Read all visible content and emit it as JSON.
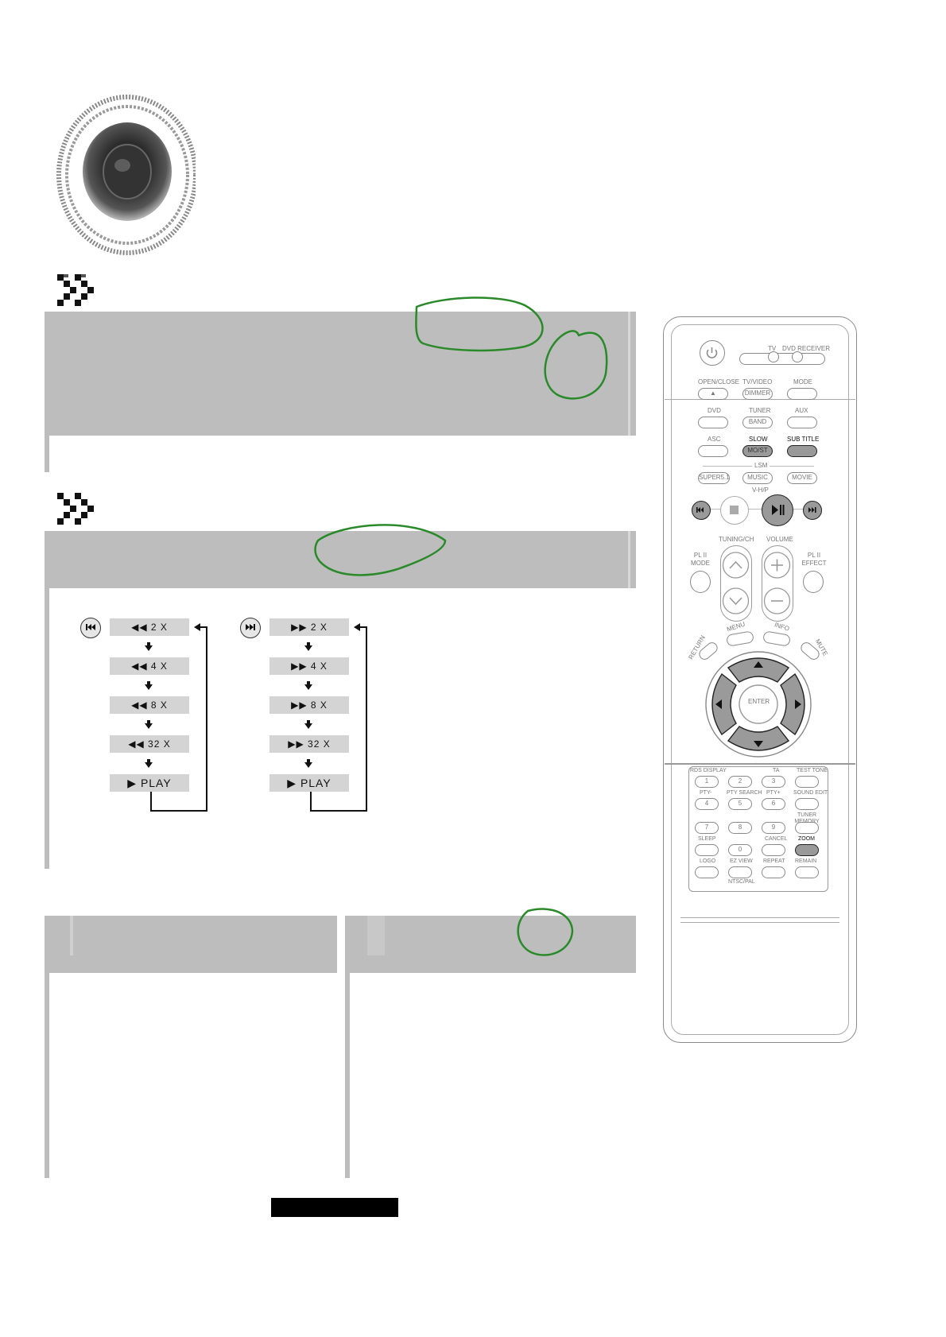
{
  "reverse_sequence": {
    "button_icon": "skip-back-icon",
    "steps": [
      "◀◀  2 X",
      "◀◀  4 X",
      "◀◀  8 X",
      "◀◀  32 X",
      "▶  PLAY"
    ]
  },
  "forward_sequence": {
    "button_icon": "skip-forward-icon",
    "steps": [
      "▶▶  2 X",
      "▶▶  4 X",
      "▶▶  8 X",
      "▶▶  32 X",
      "▶  PLAY"
    ]
  },
  "remote": {
    "top": {
      "tv": "TV",
      "dvd_receiver": "DVD RECEIVER"
    },
    "row1": [
      "OPEN/CLOSE",
      "TV/VIDEO",
      "MODE"
    ],
    "row1_inner": {
      "dimmer": "DIMMER"
    },
    "row2": [
      "DVD",
      "TUNER",
      "AUX"
    ],
    "row2_inner": {
      "band": "BAND"
    },
    "row3": [
      "ASC",
      "SLOW",
      "SUB TITLE"
    ],
    "row3_inner": {
      "mo_st": "MO/ST"
    },
    "lsm": "LSM",
    "row4": [
      "SUPER5.1",
      "MUSIC",
      "MOVIE"
    ],
    "vhp": "V-H/P",
    "tuning": "TUNING/CH",
    "volume": "VOLUME",
    "pl2_mode": "PL II MODE",
    "pl2_effect": "PL II EFFECT",
    "menu": "MENU",
    "info": "INFO",
    "return": "RETURN",
    "mute": "MUTE",
    "enter": "ENTER",
    "numrow1_labels": [
      "RDS DISPLAY",
      "TA",
      "TEST TONE"
    ],
    "numrow1": [
      "1",
      "2",
      "3"
    ],
    "numrow2_labels": [
      "PTY-",
      "PTY SEARCH",
      "PTY+",
      "SOUND EDIT"
    ],
    "numrow2": [
      "4",
      "5",
      "6"
    ],
    "tuner_memory": "TUNER MEMORY",
    "numrow3": [
      "7",
      "8",
      "9"
    ],
    "numrow4_labels": [
      "SLEEP",
      "CANCEL",
      "ZOOM"
    ],
    "zero": "0",
    "numrow5_labels": [
      "LOGO",
      "EZ VIEW",
      "REPEAT",
      "REMAIN"
    ],
    "ntsc_pal": "NTSC/PAL"
  }
}
